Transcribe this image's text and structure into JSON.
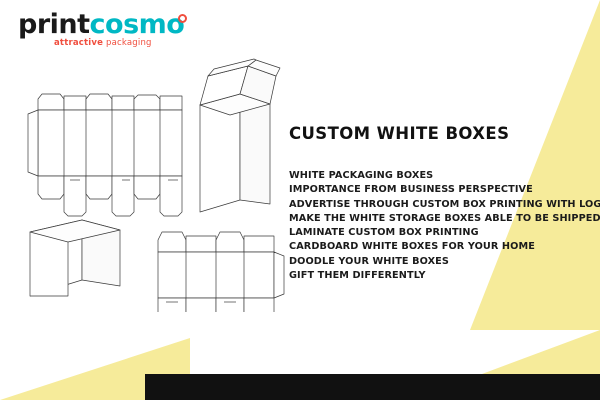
{
  "brand": {
    "logo_part1": "print",
    "logo_part2": "cosmo",
    "tagline_bold": "attractive",
    "tagline_rest": " packaging",
    "logo_colors": {
      "print": "#1a1a1a",
      "cosmo": "#00b8c4",
      "accent_dot": "#f04e3e",
      "tagline": "#f04e3e"
    }
  },
  "decor": {
    "yellow": "#f6eb9a",
    "black": "#111111"
  },
  "content": {
    "heading": "CUSTOM WHITE BOXES",
    "bullets": [
      "WHITE PACKAGING BOXES",
      "IMPORTANCE FROM BUSINESS PERSPECTIVE",
      "ADVERTISE THROUGH CUSTOM BOX PRINTING WITH LOGO",
      "MAKE THE WHITE STORAGE BOXES ABLE TO BE SHIPPED",
      "LAMINATE CUSTOM BOX PRINTING",
      "CARDBOARD WHITE BOXES FOR YOUR HOME",
      "DOODLE YOUR WHITE BOXES",
      "GIFT THEM DIFFERENTLY"
    ]
  },
  "illustration": {
    "label": "packaging box dielines and 3d box mockups"
  }
}
